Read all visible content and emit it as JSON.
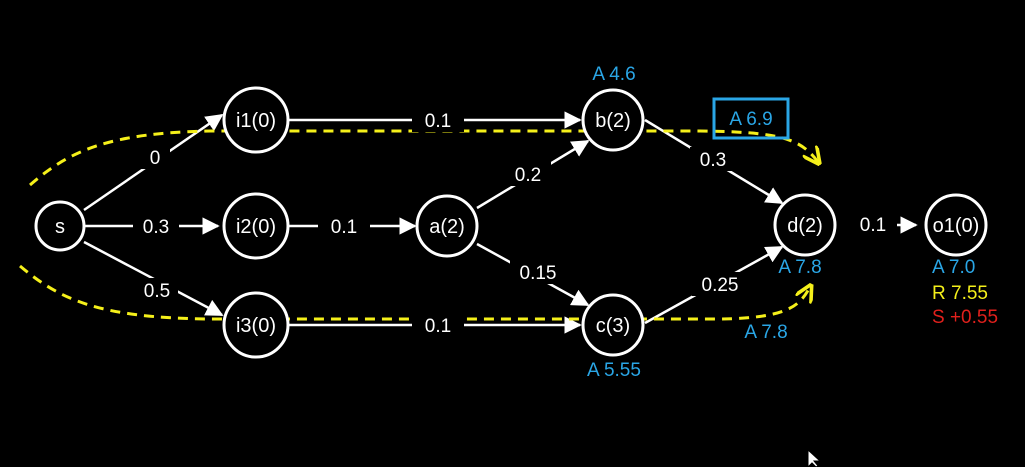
{
  "diagram": {
    "nodes": {
      "s": "s",
      "i1": "i1(0)",
      "i2": "i2(0)",
      "i3": "i3(0)",
      "a": "a(2)",
      "b": "b(2)",
      "c": "c(3)",
      "d": "d(2)",
      "o1": "o1(0)"
    },
    "edges": {
      "s_i1": "0",
      "s_i2": "0.3",
      "s_i3": "0.5",
      "i1_b": "0.1",
      "i2_a": "0.1",
      "i3_c": "0.1",
      "a_b": "0.2",
      "a_c": "0.15",
      "b_d": "0.3",
      "c_d": "0.25",
      "d_o1": "0.1"
    },
    "annotations": {
      "b": "A 4.6",
      "c": "A 5.55",
      "boxed": "A 6.9",
      "d_lower": "A 7.8",
      "d_bottom": "A 7.8",
      "o1_a": "A 7.0",
      "o1_r": "R 7.55",
      "o1_s": "S +0.55"
    },
    "colors": {
      "background": "#000000",
      "node": "#ffffff",
      "highlight_path": "#f5f01a",
      "annotation_blue": "#2aa6e6",
      "annotation_red": "#e0201c"
    }
  }
}
